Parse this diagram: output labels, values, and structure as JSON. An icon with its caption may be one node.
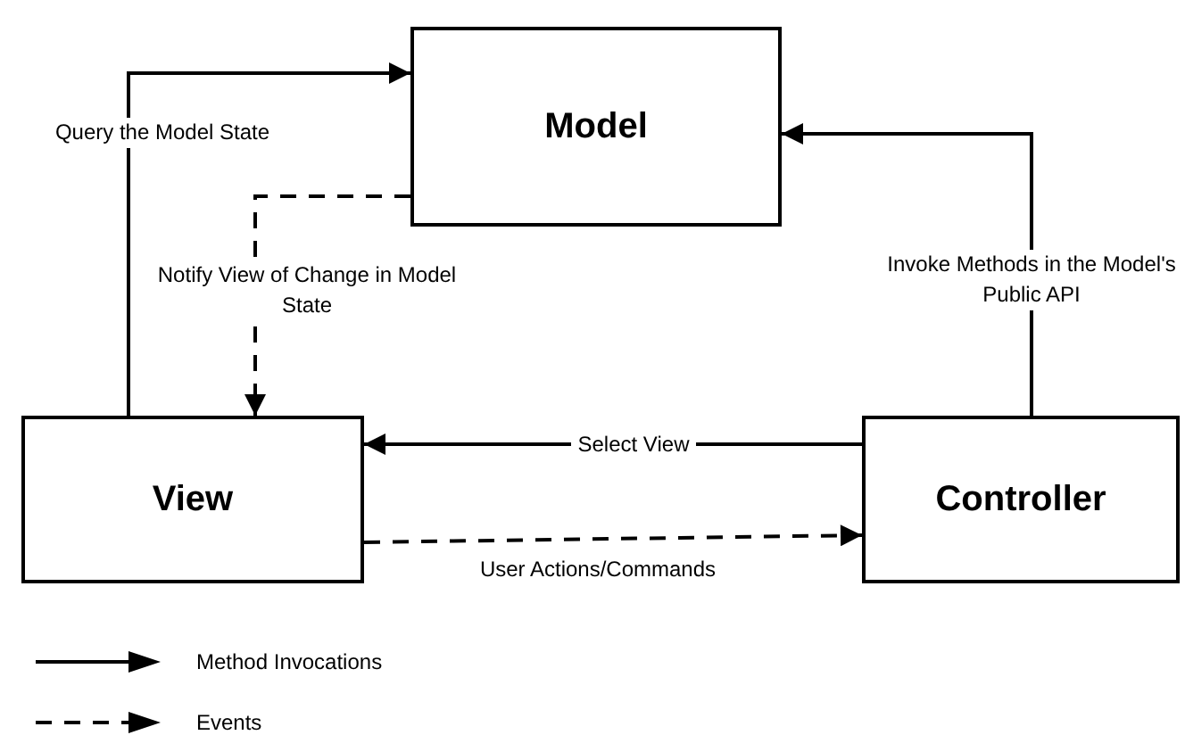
{
  "diagram": {
    "nodes": [
      {
        "text": [
          "Model"
        ]
      },
      {
        "text": [
          "View"
        ]
      },
      {
        "text": [
          "Controller"
        ]
      }
    ],
    "edges": [
      {
        "from": 1,
        "to": 0,
        "arrow": "to",
        "label": "Query the Model State"
      },
      {
        "from": 0,
        "to": 1,
        "arrow": "to",
        "label": "Notify View of Change in Model State",
        "style": "dashed"
      },
      {
        "from": 2,
        "to": 0,
        "arrow": "to",
        "label": "Invoke Methods in the Model's Public API"
      },
      {
        "from": 2,
        "to": 1,
        "arrow": "to",
        "label": "Select View"
      },
      {
        "from": 1,
        "to": 2,
        "arrow": "to",
        "label": "User Actions/Commands",
        "style": "dashed"
      }
    ],
    "legend": [
      {
        "text": "Method Invocations"
      },
      {
        "text": "Events"
      }
    ]
  }
}
